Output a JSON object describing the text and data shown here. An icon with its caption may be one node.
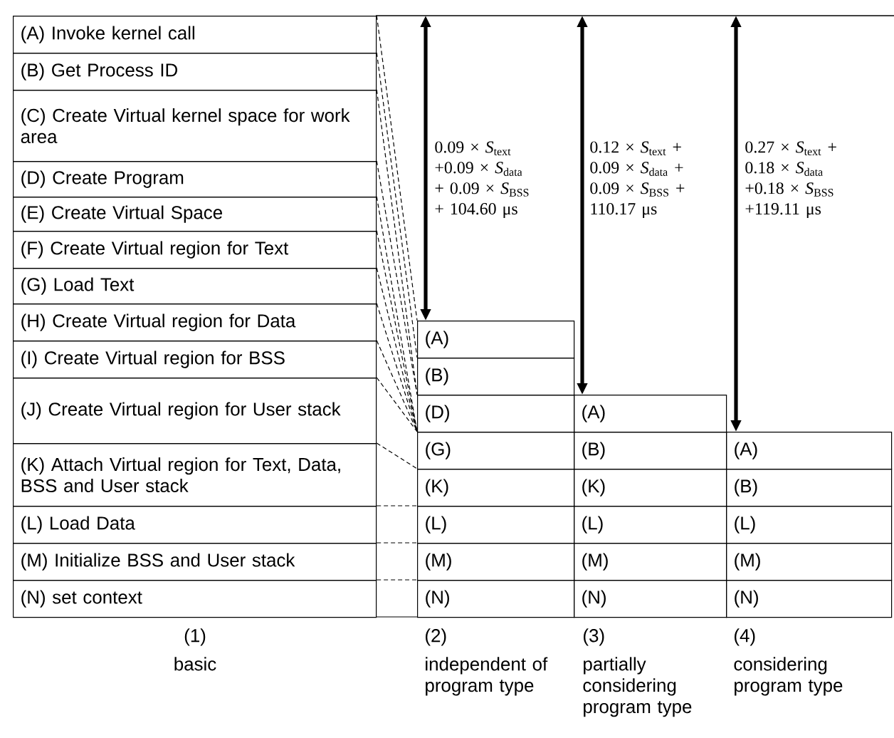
{
  "diagram": {
    "nodes": [
      {
        "text": [
          "(A) Invoke kernel call"
        ]
      },
      {
        "text": [
          "(B) Get Process ID"
        ]
      },
      {
        "text": [
          "(C) Create Virtual kernel space for work area"
        ]
      },
      {
        "text": [
          "(D) Create Program"
        ]
      },
      {
        "text": [
          "(E) Create Virtual Space"
        ]
      },
      {
        "text": [
          "(F) Create Virtual region for Text"
        ]
      },
      {
        "text": [
          "(G) Load Text"
        ]
      },
      {
        "text": [
          "(H) Create Virtual region for Data"
        ]
      },
      {
        "text": [
          "(I) Create Virtual region for BSS"
        ]
      },
      {
        "text": [
          "(J) Create Virtual region for User stack"
        ]
      },
      {
        "text": [
          "(K) Attach Virtual region for Text, Data, BSS and User stack"
        ]
      },
      {
        "text": [
          "(L) Load Data"
        ]
      },
      {
        "text": [
          "(M) Initialize BSS and User stack"
        ]
      },
      {
        "text": [
          "(N) set context"
        ]
      },
      {
        "text": [
          "(A)"
        ]
      },
      {
        "text": [
          "(B)"
        ]
      },
      {
        "text": [
          "(D)"
        ]
      },
      {
        "text": [
          "(G)"
        ]
      },
      {
        "text": [
          "(K)"
        ]
      },
      {
        "text": [
          "(L)"
        ]
      },
      {
        "text": [
          "(M)"
        ]
      },
      {
        "text": [
          "(N)"
        ]
      },
      {
        "text": [
          "(A)"
        ]
      },
      {
        "text": [
          "(B)"
        ]
      },
      {
        "text": [
          "(K)"
        ]
      },
      {
        "text": [
          "(L)"
        ]
      },
      {
        "text": [
          "(M)"
        ]
      },
      {
        "text": [
          "(N)"
        ]
      },
      {
        "text": [
          "(A)"
        ]
      },
      {
        "text": [
          "(B)"
        ]
      },
      {
        "text": [
          "(L)"
        ]
      },
      {
        "text": [
          "(M)"
        ]
      },
      {
        "text": [
          "(N)"
        ]
      }
    ],
    "edges": [
      {
        "from": null,
        "to": 14,
        "arrow": "both",
        "style": "thick",
        "label": "0.09 × *S*$_{text}$ +0.09 × *S*$_{data}$ + 0.09 × *S*$_{BSS}$ + 104.60 μs"
      },
      {
        "from": null,
        "to": 22,
        "arrow": "both",
        "style": "thick",
        "label": "0.12 × *S*$_{text}$ + 0.09 × *S*$_{data}$ + 0.09 × *S*$_{BSS}$ + 110.17 μs"
      },
      {
        "from": null,
        "to": 28,
        "arrow": "both",
        "style": "thick",
        "label": "0.27 × *S*$_{text}$ + 0.18 × *S*$_{data}$ +0.18 × *S*$_{BSS}$ +119.11 μs"
      },
      {
        "from": 0,
        "to": 14,
        "arrow": "none",
        "style": "dashed"
      },
      {
        "from": 1,
        "to": 15,
        "arrow": "none",
        "style": "dashed"
      },
      {
        "from": 2,
        "to": 16,
        "arrow": "none",
        "style": "dashed"
      },
      {
        "from": 3,
        "to": 16,
        "arrow": "none",
        "style": "dashed"
      },
      {
        "from": 4,
        "to": 17,
        "arrow": "none",
        "style": "dashed"
      },
      {
        "from": 5,
        "to": 17,
        "arrow": "none",
        "style": "dashed"
      },
      {
        "from": 6,
        "to": 17,
        "arrow": "none",
        "style": "dashed"
      },
      {
        "from": 7,
        "to": 17,
        "arrow": "none",
        "style": "dashed"
      },
      {
        "from": 8,
        "to": 17,
        "arrow": "none",
        "style": "dashed"
      },
      {
        "from": 9,
        "to": 17,
        "arrow": "none",
        "style": "dashed"
      },
      {
        "from": 10,
        "to": 18,
        "arrow": "none",
        "style": "dashed"
      },
      {
        "from": 11,
        "to": 19,
        "arrow": "none",
        "style": "dashed"
      },
      {
        "from": 12,
        "to": 20,
        "arrow": "none",
        "style": "dashed"
      },
      {
        "from": 13,
        "to": 21,
        "arrow": "none",
        "style": "dashed"
      }
    ],
    "labels": [
      "(1)",
      "basic",
      "(2)",
      "independent of program type",
      "(3)",
      "partially considering program type",
      "(4)",
      "considering program type"
    ]
  }
}
